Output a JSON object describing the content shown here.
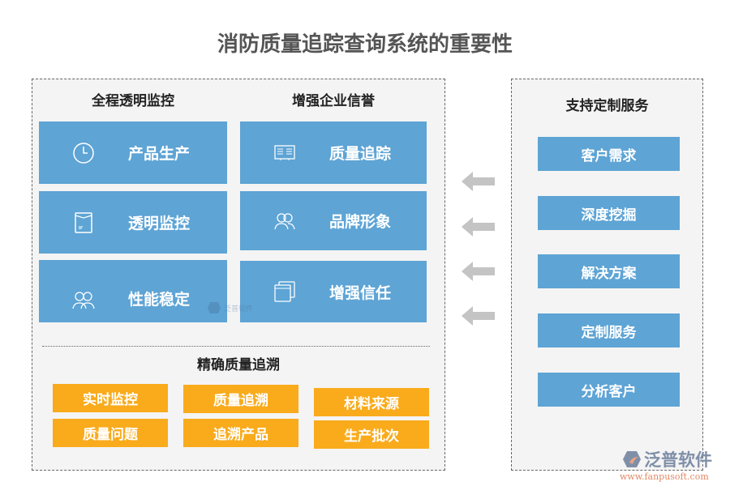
{
  "title": "消防质量追踪查询系统的重要性",
  "colors": {
    "blue": "#5ea4d5",
    "orange": "#f9ab1c",
    "arrow": "#c4c4c4"
  },
  "left": {
    "col1_heading": "全程透明监控",
    "col2_heading": "增强企业信誉",
    "col1_items": [
      {
        "label": "产品生产",
        "icon": "clock-icon"
      },
      {
        "label": "透明监控",
        "icon": "envelope-icon"
      },
      {
        "label": "性能稳定",
        "icon": "users-icon"
      }
    ],
    "col2_items": [
      {
        "label": "质量追踪",
        "icon": "tracking-panel-icon"
      },
      {
        "label": "品牌形象",
        "icon": "people-icon"
      },
      {
        "label": "增强信任",
        "icon": "windows-icon"
      }
    ],
    "bottom_heading": "精确质量追溯",
    "tags": [
      "实时监控",
      "质量追溯",
      "材料来源",
      "质量问题",
      "追溯产品",
      "生产批次"
    ]
  },
  "right": {
    "heading": "支持定制服务",
    "items": [
      "客户需求",
      "深度挖掘",
      "解决方案",
      "定制服务",
      "分析客户"
    ]
  },
  "watermark": {
    "brand": "泛普软件",
    "url": "www.fanpusoft.com"
  }
}
